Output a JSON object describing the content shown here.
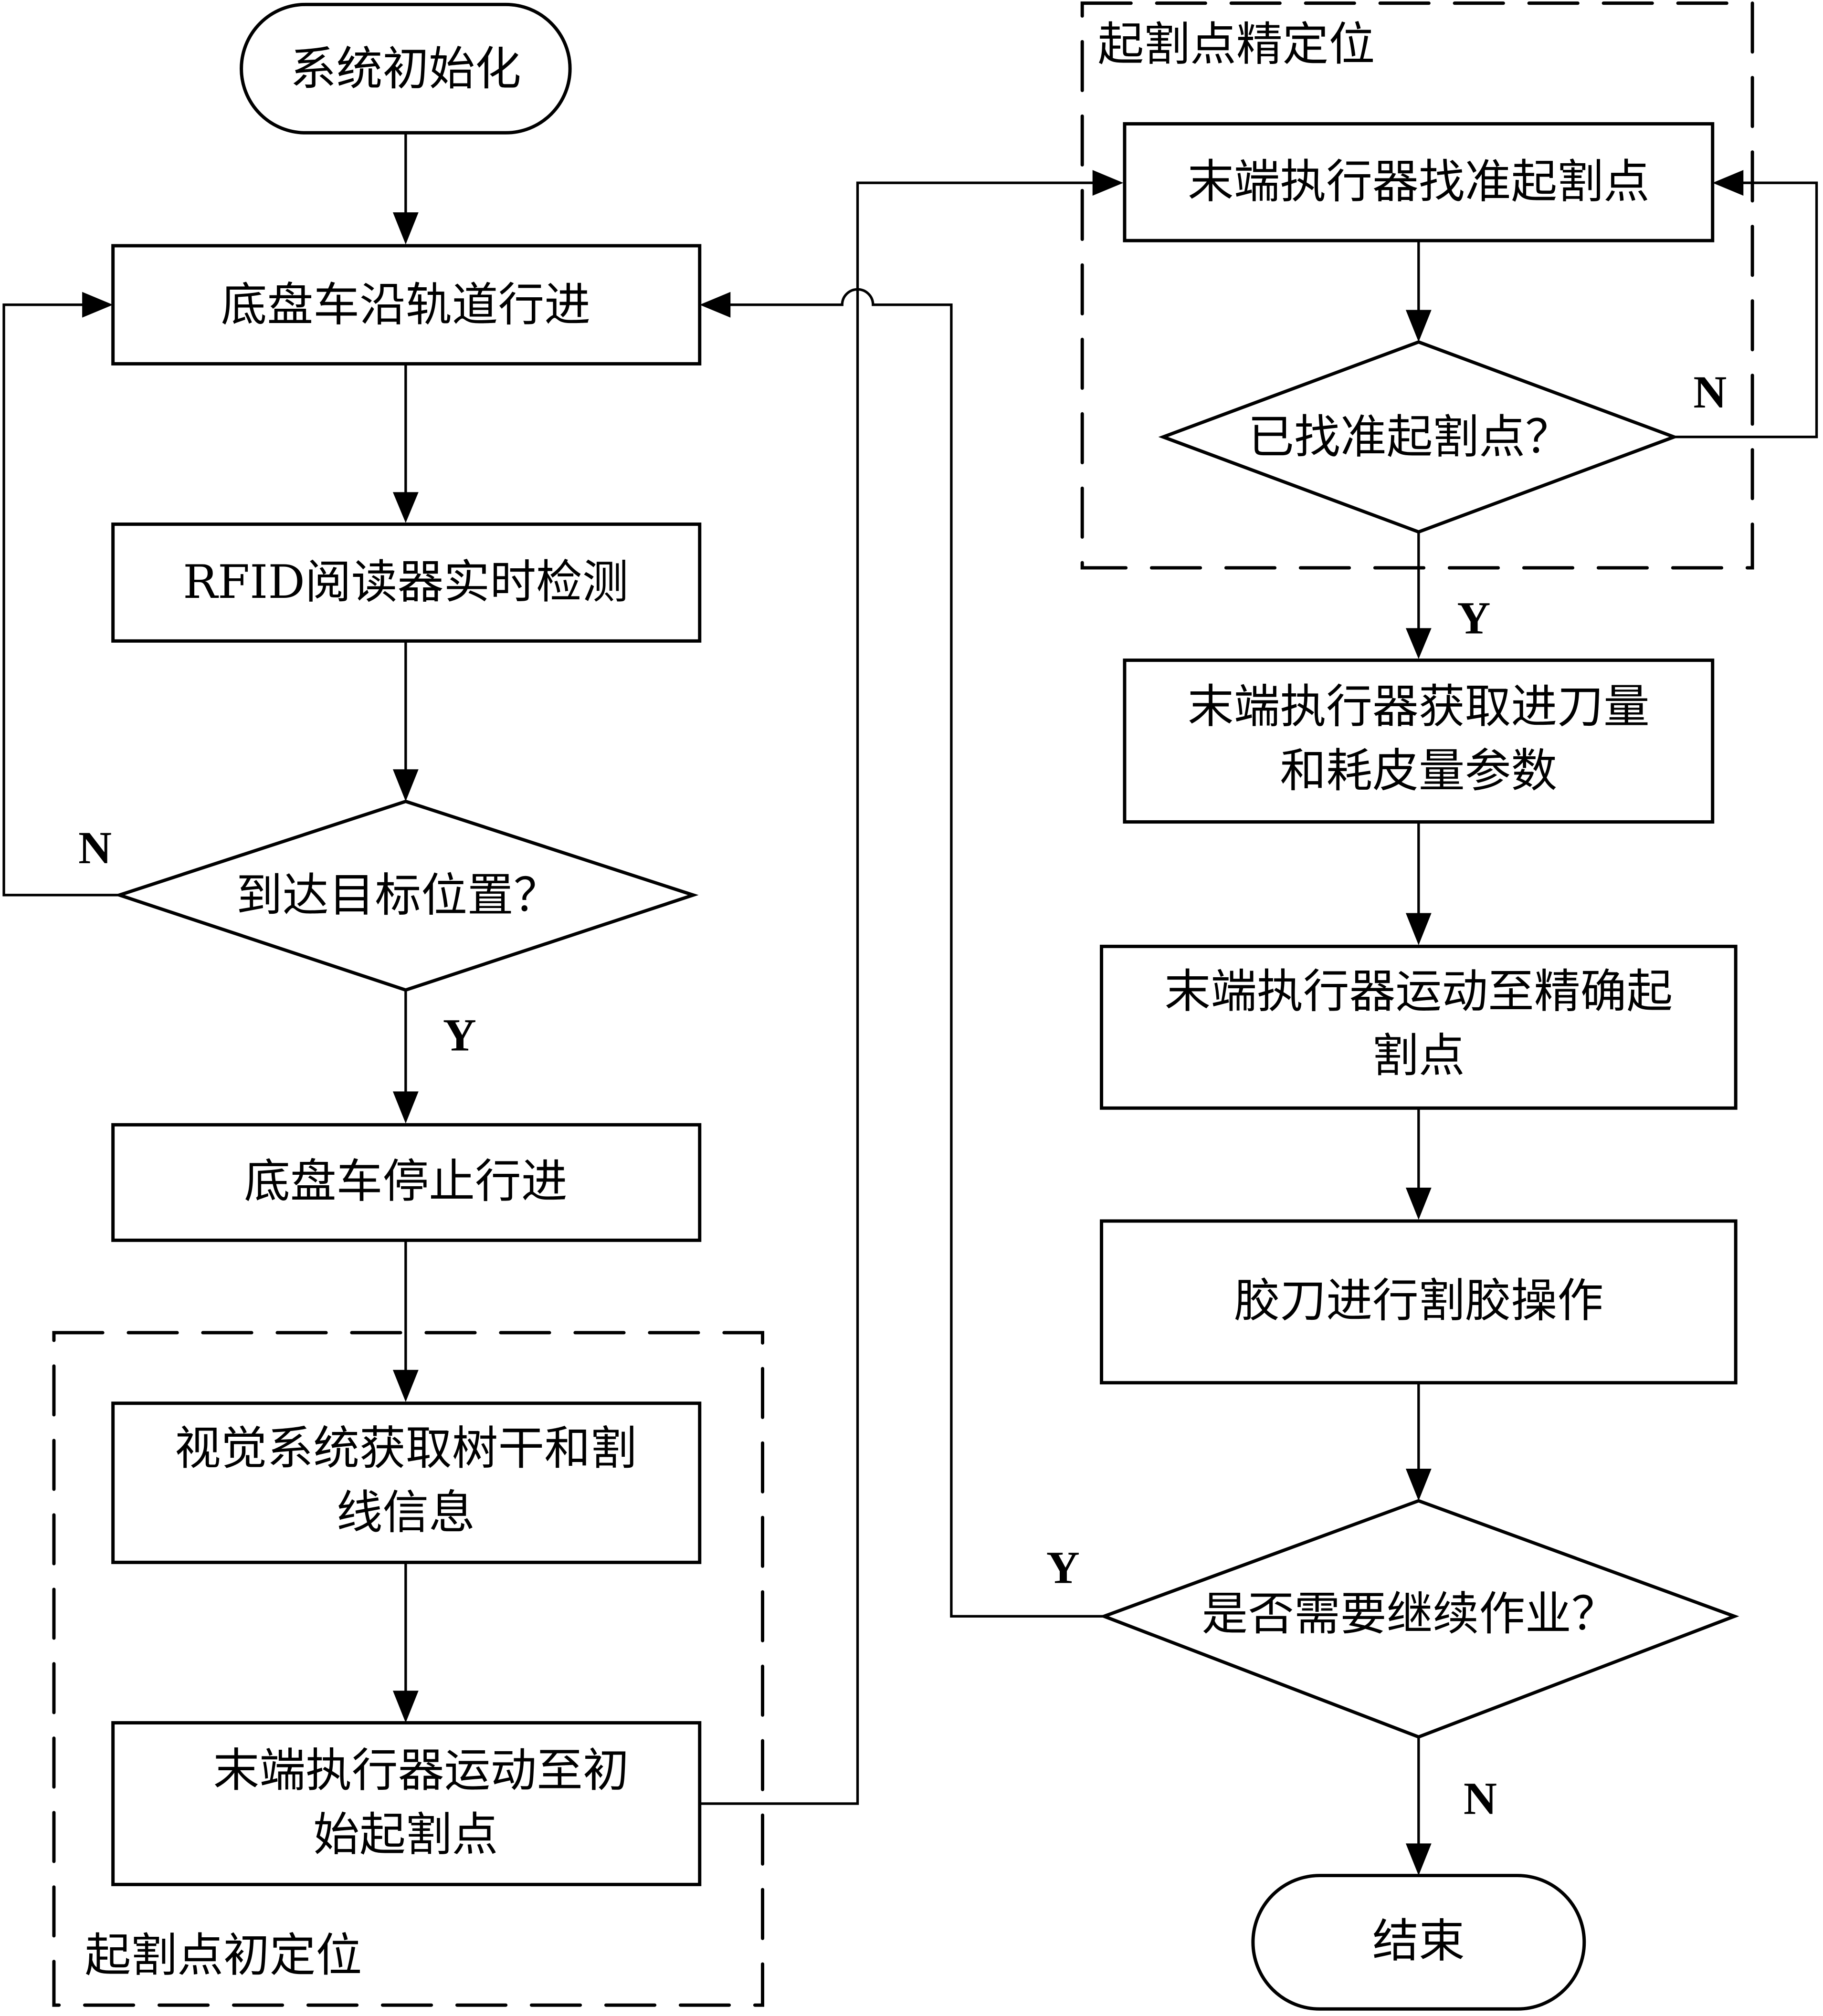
{
  "diagram": {
    "type": "flowchart",
    "groups": {
      "fine_positioning": {
        "label": "起割点精定位"
      },
      "initial_positioning": {
        "label": "起割点初定位"
      }
    },
    "nodes": {
      "start": {
        "shape": "terminal",
        "lines": [
          "系统初始化"
        ]
      },
      "move_along_track": {
        "shape": "process",
        "lines": [
          "底盘车沿轨道行进"
        ]
      },
      "rfid_detect": {
        "shape": "process",
        "lines": [
          "RFID阅读器实时检测"
        ]
      },
      "reached_target": {
        "shape": "decision",
        "lines": [
          "到达目标位置？"
        ]
      },
      "stop_vehicle": {
        "shape": "process",
        "lines": [
          "底盘车停止行进"
        ]
      },
      "vision_acquire": {
        "shape": "process",
        "lines": [
          "视觉系统获取树干和割",
          "线信息"
        ]
      },
      "move_to_initial": {
        "shape": "process",
        "lines": [
          "末端执行器运动至初",
          "始起割点"
        ]
      },
      "find_start_point": {
        "shape": "process",
        "lines": [
          "末端执行器找准起割点"
        ]
      },
      "found_start_point": {
        "shape": "decision",
        "lines": [
          "已找准起割点？"
        ]
      },
      "get_params": {
        "shape": "process",
        "lines": [
          "末端执行器获取进刀量",
          "和耗皮量参数"
        ]
      },
      "move_to_precise": {
        "shape": "process",
        "lines": [
          "末端执行器运动至精确起",
          "割点"
        ]
      },
      "tapping": {
        "shape": "process",
        "lines": [
          "胶刀进行割胶操作"
        ]
      },
      "continue_work": {
        "shape": "decision",
        "lines": [
          "是否需要继续作业？"
        ]
      },
      "end": {
        "shape": "terminal",
        "lines": [
          "结束"
        ]
      }
    },
    "edges": {
      "reached_no": {
        "from": "reached_target",
        "to": "move_along_track",
        "label": "N"
      },
      "reached_yes": {
        "from": "reached_target",
        "to": "stop_vehicle",
        "label": "Y"
      },
      "found_no": {
        "from": "found_start_point",
        "to": "find_start_point",
        "label": "N"
      },
      "found_yes": {
        "from": "found_start_point",
        "to": "get_params",
        "label": "Y"
      },
      "continue_yes": {
        "from": "continue_work",
        "to": "move_along_track",
        "label": "Y"
      },
      "continue_no": {
        "from": "continue_work",
        "to": "end",
        "label": "N"
      }
    }
  }
}
